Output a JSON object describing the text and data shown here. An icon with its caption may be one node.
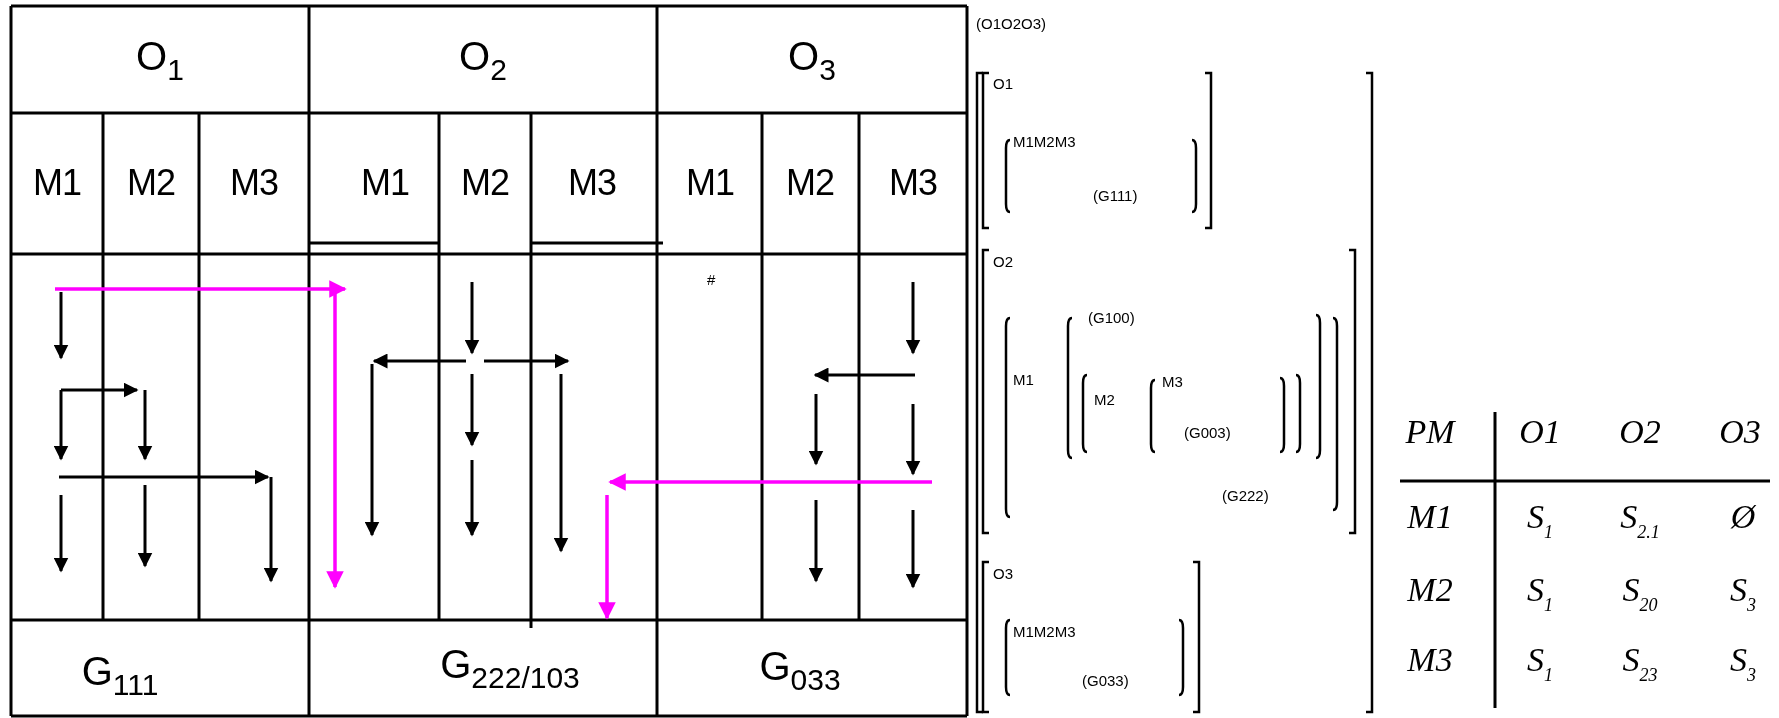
{
  "diagram": {
    "labels": [
      "O$_{1}$",
      "O$_{2}$",
      "O$_{3}$",
      "M1",
      "M2",
      "M3",
      "M1",
      "M2",
      "M3",
      "M1",
      "M2",
      "M3",
      "#",
      "G$_{111}$",
      "G$_{222/103}$",
      "G$_{033}$",
      "(O1O2O3)",
      "O1",
      "M1M2M3",
      "(G111)",
      "O2",
      "M1",
      "(G100)",
      "M2",
      "M3",
      "(G003)",
      "(G222)",
      "O3",
      "M1M2M3",
      "(G033)",
      "PM",
      "O1",
      "O2",
      "O3",
      "M1",
      "S$_{1}$",
      "S$_{2.1}$",
      "Ø",
      "M2",
      "S$_{1}$",
      "S$_{20}$",
      "S$_{3}$",
      "M3",
      "S$_{1}$",
      "S$_{23}$",
      "S$_{3}$"
    ]
  }
}
